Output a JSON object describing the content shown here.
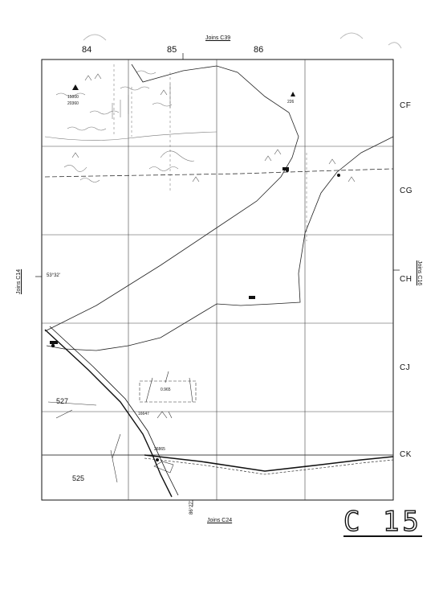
{
  "map": {
    "top_adjoining": "Joins C39",
    "bottom_adjoining": "Joins C24",
    "left_adjoining": "Joins C14",
    "right_adjoining": "Joins C16",
    "columns": [
      "84",
      "85",
      "86"
    ],
    "rows": [
      "CF",
      "CG",
      "CH",
      "CJ",
      "CK"
    ],
    "sheet_id": "C 15",
    "latitude_label": "53°32'",
    "longitude_label": "86°27'",
    "spot_labels": {
      "benchmark_top": "15000",
      "benchmark_top_2": "20360",
      "spot_226": "226",
      "plot_527": "527",
      "plot_525": "525",
      "parcel_1": "0.965",
      "parcel_2": "16647",
      "parcel_3": "26865"
    },
    "colors": {
      "ink": "#111111",
      "paper": "#ffffff"
    }
  }
}
